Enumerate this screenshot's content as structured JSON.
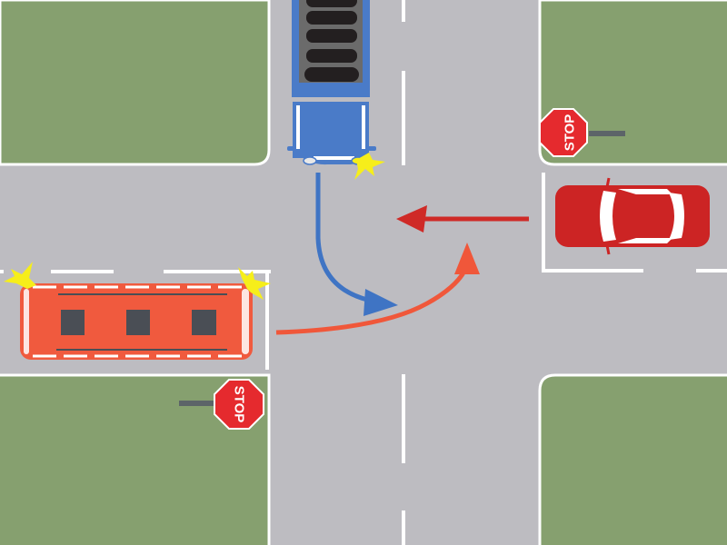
{
  "scene": {
    "title": "Intersection with stop signs",
    "colors": {
      "road": "#bdbcc1",
      "grass": "#86a06f",
      "curb": "#ffffff",
      "marking": "#ffffff",
      "stop_red": "#e52a2e",
      "pole": "#5c6468",
      "truck_blue": "#4a7bc8",
      "truck_cargo": "#6b6b6b",
      "bus_orange": "#f05a3e",
      "car_red": "#cc2424",
      "arrow_blue": "#3f74c4",
      "arrow_orange": "#f0573a",
      "arrow_red": "#cf2a27",
      "blinker": "#f6ee1a",
      "window_dark": "#4a4e55"
    }
  },
  "signs": [
    {
      "id": "stop-sign-northeast",
      "text": "STOP"
    },
    {
      "id": "stop-sign-southwest",
      "text": "STOP"
    }
  ],
  "vehicles": [
    {
      "id": "blue-truck",
      "direction": "southbound",
      "maneuver": "left turn (to east)",
      "blinker": "right-front"
    },
    {
      "id": "orange-bus",
      "direction": "eastbound",
      "maneuver": "left turn (to north)",
      "blinker": "both"
    },
    {
      "id": "red-car",
      "direction": "westbound",
      "maneuver": "straight"
    }
  ]
}
